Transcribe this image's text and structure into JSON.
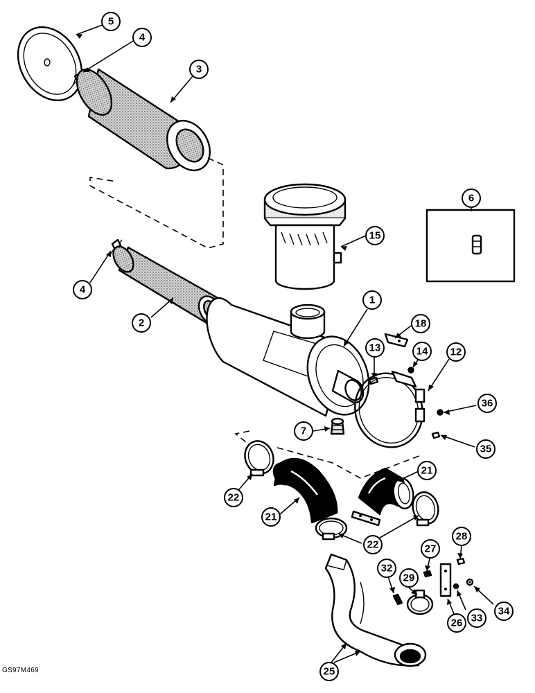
{
  "figure": {
    "ref_code": "GS97M469",
    "callouts": [
      {
        "id": "c5",
        "label": "5"
      },
      {
        "id": "c4a",
        "label": "4"
      },
      {
        "id": "c3",
        "label": "3"
      },
      {
        "id": "c6",
        "label": "6"
      },
      {
        "id": "c15",
        "label": "15"
      },
      {
        "id": "c4b",
        "label": "4"
      },
      {
        "id": "c2",
        "label": "2"
      },
      {
        "id": "c1",
        "label": "1"
      },
      {
        "id": "c18",
        "label": "18"
      },
      {
        "id": "c13",
        "label": "13"
      },
      {
        "id": "c14",
        "label": "14"
      },
      {
        "id": "c12",
        "label": "12"
      },
      {
        "id": "c36",
        "label": "36"
      },
      {
        "id": "c7",
        "label": "7"
      },
      {
        "id": "c35",
        "label": "35"
      },
      {
        "id": "c21a",
        "label": "21"
      },
      {
        "id": "c22a",
        "label": "22"
      },
      {
        "id": "c21b",
        "label": "21"
      },
      {
        "id": "c22b",
        "label": "22"
      },
      {
        "id": "c28",
        "label": "28"
      },
      {
        "id": "c27",
        "label": "27"
      },
      {
        "id": "c29",
        "label": "29"
      },
      {
        "id": "c32",
        "label": "32"
      },
      {
        "id": "c34",
        "label": "34"
      },
      {
        "id": "c33",
        "label": "33"
      },
      {
        "id": "c26",
        "label": "26"
      },
      {
        "id": "c25",
        "label": "25"
      }
    ]
  }
}
